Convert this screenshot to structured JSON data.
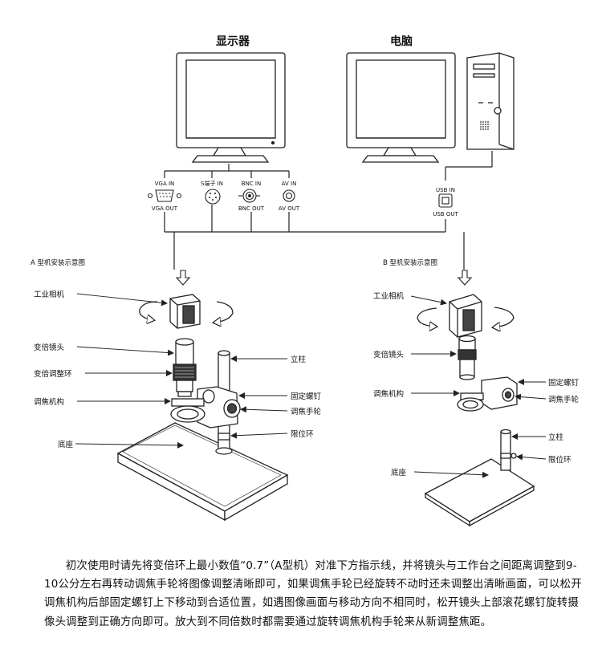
{
  "titles": {
    "monitor": "显示器",
    "computer": "电脑"
  },
  "ports": {
    "vga_in": "VGA IN",
    "vga_out": "VGA OUT",
    "s_in": "S端子 IN",
    "bnc_in": "BNC IN",
    "bnc_out": "BNC OUT",
    "av_in": "AV IN",
    "av_out": "AV OUT",
    "usb_in": "USB IN",
    "usb_out": "USB OUT"
  },
  "section_a": {
    "title": "A 型机安装示意图",
    "labels": {
      "camera": "工业相机",
      "zoom_lens": "变倍镜头",
      "zoom_ring": "变倍调整环",
      "focus_mech": "调焦机构",
      "base": "底座",
      "pillar": "立柱",
      "fixing_screw": "固定螺钉",
      "focus_wheel": "调焦手轮",
      "stop_ring": "限位环"
    }
  },
  "section_b": {
    "title": "B 型机安装示意图",
    "labels": {
      "camera": "工业相机",
      "zoom_lens": "变倍镜头",
      "focus_mech": "调焦机构",
      "fixing_screw": "固定螺钉",
      "focus_wheel": "调焦手轮",
      "pillar": "立柱",
      "stop_ring": "限位环",
      "base": "底座"
    }
  },
  "instructions": "初次使用时请先将变倍环上最小数值“0.7”（A型机）对准下方指示线，并将镜头与工作台之间距离调整到9-10公分左右再转动调焦手轮将图像调整清晰即可，如果调焦手轮已经旋转不动时还未调整出清晰画面，可以松开调焦机构后部固定螺钉上下移动到合适位置，如遇图像画面与移动方向不相同时，松开镜头上部滚花螺钉旋转摄像头调整到正确方向即可。放大到不同倍数时都需要通过旋转调焦机构手轮来从新调整焦距。"
}
